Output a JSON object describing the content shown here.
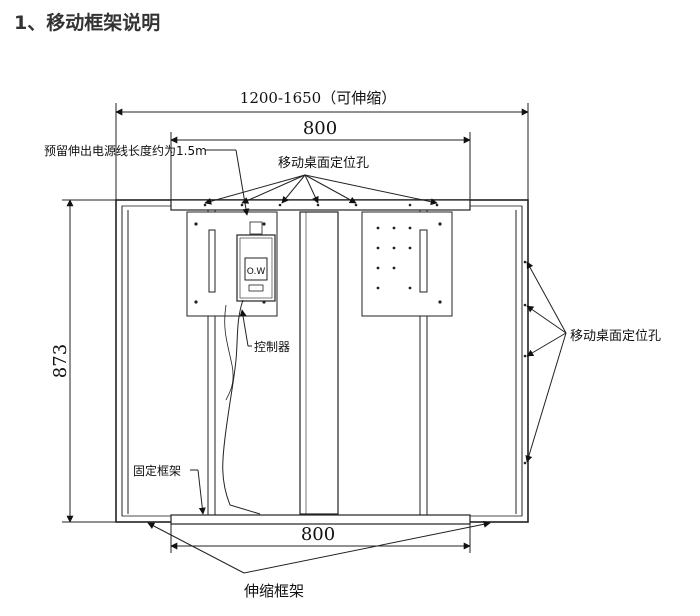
{
  "heading": "1、移动框架说明",
  "dimensions": {
    "width_range": "1200-1650（可伸缩）",
    "top_width": "800",
    "bottom_width": "800",
    "height": "873"
  },
  "labels": {
    "cable_note": "预留伸出电源线长度约为1.5m",
    "top_holes": "移动桌面定位孔",
    "right_holes": "移动桌面定位孔",
    "controller": "控制器",
    "fixed_frame": "固定框架",
    "telescopic_frame": "伸缩框架"
  },
  "controller_display": "O.W"
}
